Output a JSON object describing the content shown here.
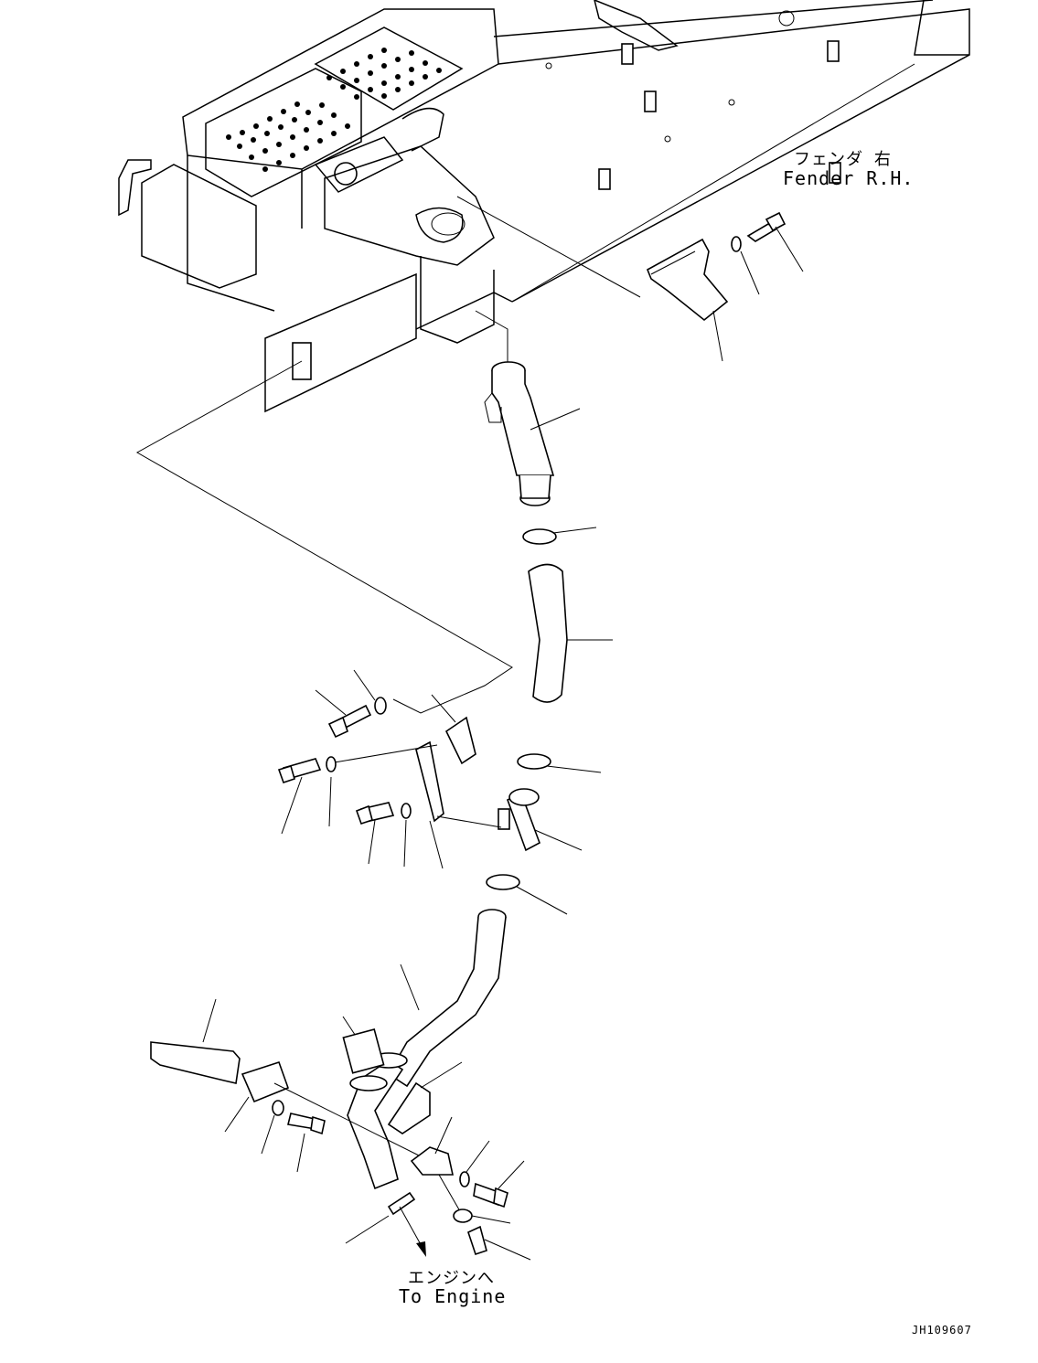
{
  "labels": {
    "fender_jp": "フェンダ 右",
    "fender_en": "Fender R.H.",
    "engine_jp": "エンジンへ",
    "engine_en": "To Engine",
    "drawing_code": "JH109607"
  }
}
